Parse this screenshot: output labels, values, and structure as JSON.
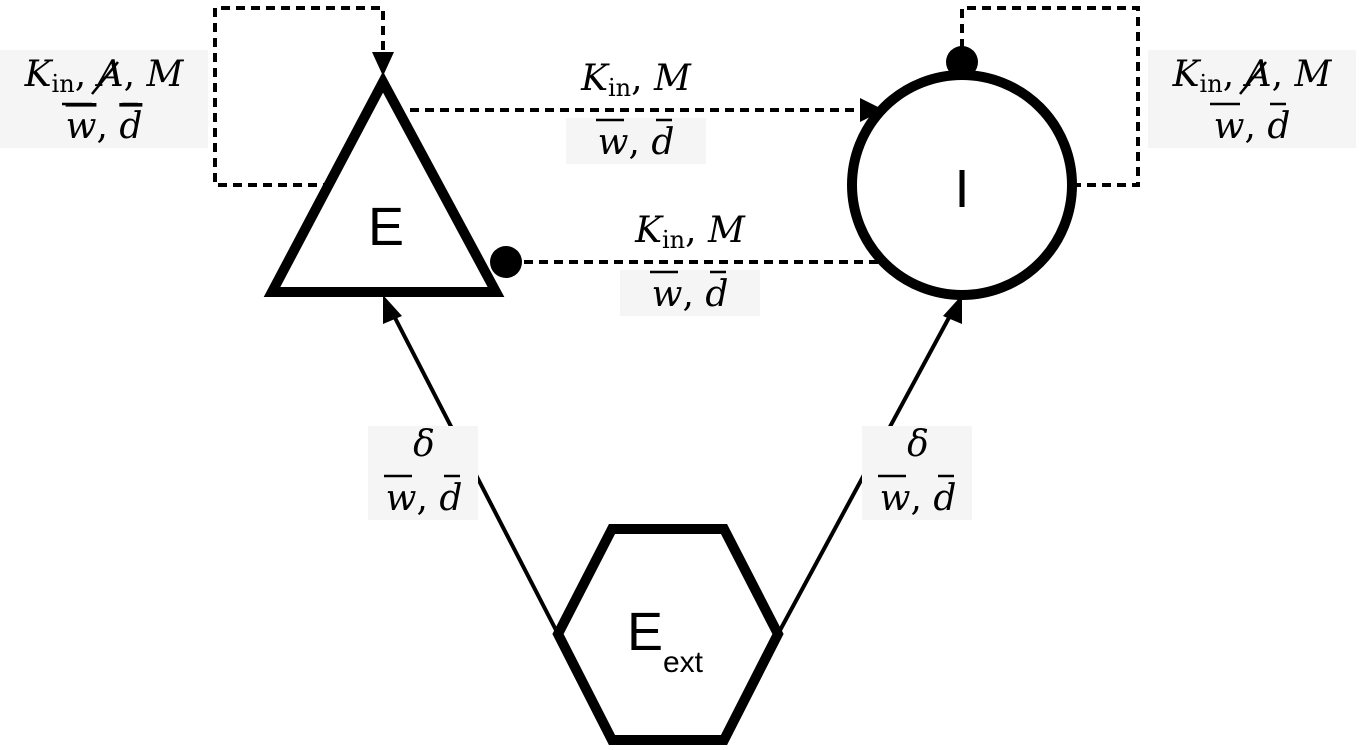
{
  "nodes": {
    "excitatory": {
      "label": "E",
      "shape": "triangle"
    },
    "inhibitory": {
      "label": "I",
      "shape": "circle"
    },
    "external": {
      "label": "E",
      "sub": "ext",
      "shape": "hexagon"
    }
  },
  "edges": {
    "ee_self": {
      "line1": {
        "k": "K",
        "k_sub": "in",
        "a": "A",
        "m": "M"
      },
      "line2": {
        "w": "w",
        "d": "d"
      },
      "style": "dashed",
      "head": "arrow"
    },
    "ei": {
      "line1": {
        "k": "K",
        "k_sub": "in",
        "m": "M"
      },
      "line2": {
        "w": "w",
        "d": "d"
      },
      "style": "dashed",
      "head": "arrow"
    },
    "ie": {
      "line1": {
        "k": "K",
        "k_sub": "in",
        "m": "M"
      },
      "line2": {
        "w": "w",
        "d": "d"
      },
      "style": "dashed",
      "head": "dot"
    },
    "ii_self": {
      "line1": {
        "k": "K",
        "k_sub": "in",
        "a": "A",
        "m": "M"
      },
      "line2": {
        "w": "w",
        "d": "d"
      },
      "style": "dashed",
      "head": "dot"
    },
    "ext_e": {
      "line1": {
        "delta": "δ"
      },
      "line2": {
        "w": "w",
        "d": "d"
      },
      "style": "solid",
      "head": "arrow"
    },
    "ext_i": {
      "line1": {
        "delta": "δ"
      },
      "line2": {
        "w": "w",
        "d": "d"
      },
      "style": "solid",
      "head": "arrow"
    }
  },
  "colors": {
    "stroke": "#000000",
    "label_background": "#f5f5f5"
  }
}
